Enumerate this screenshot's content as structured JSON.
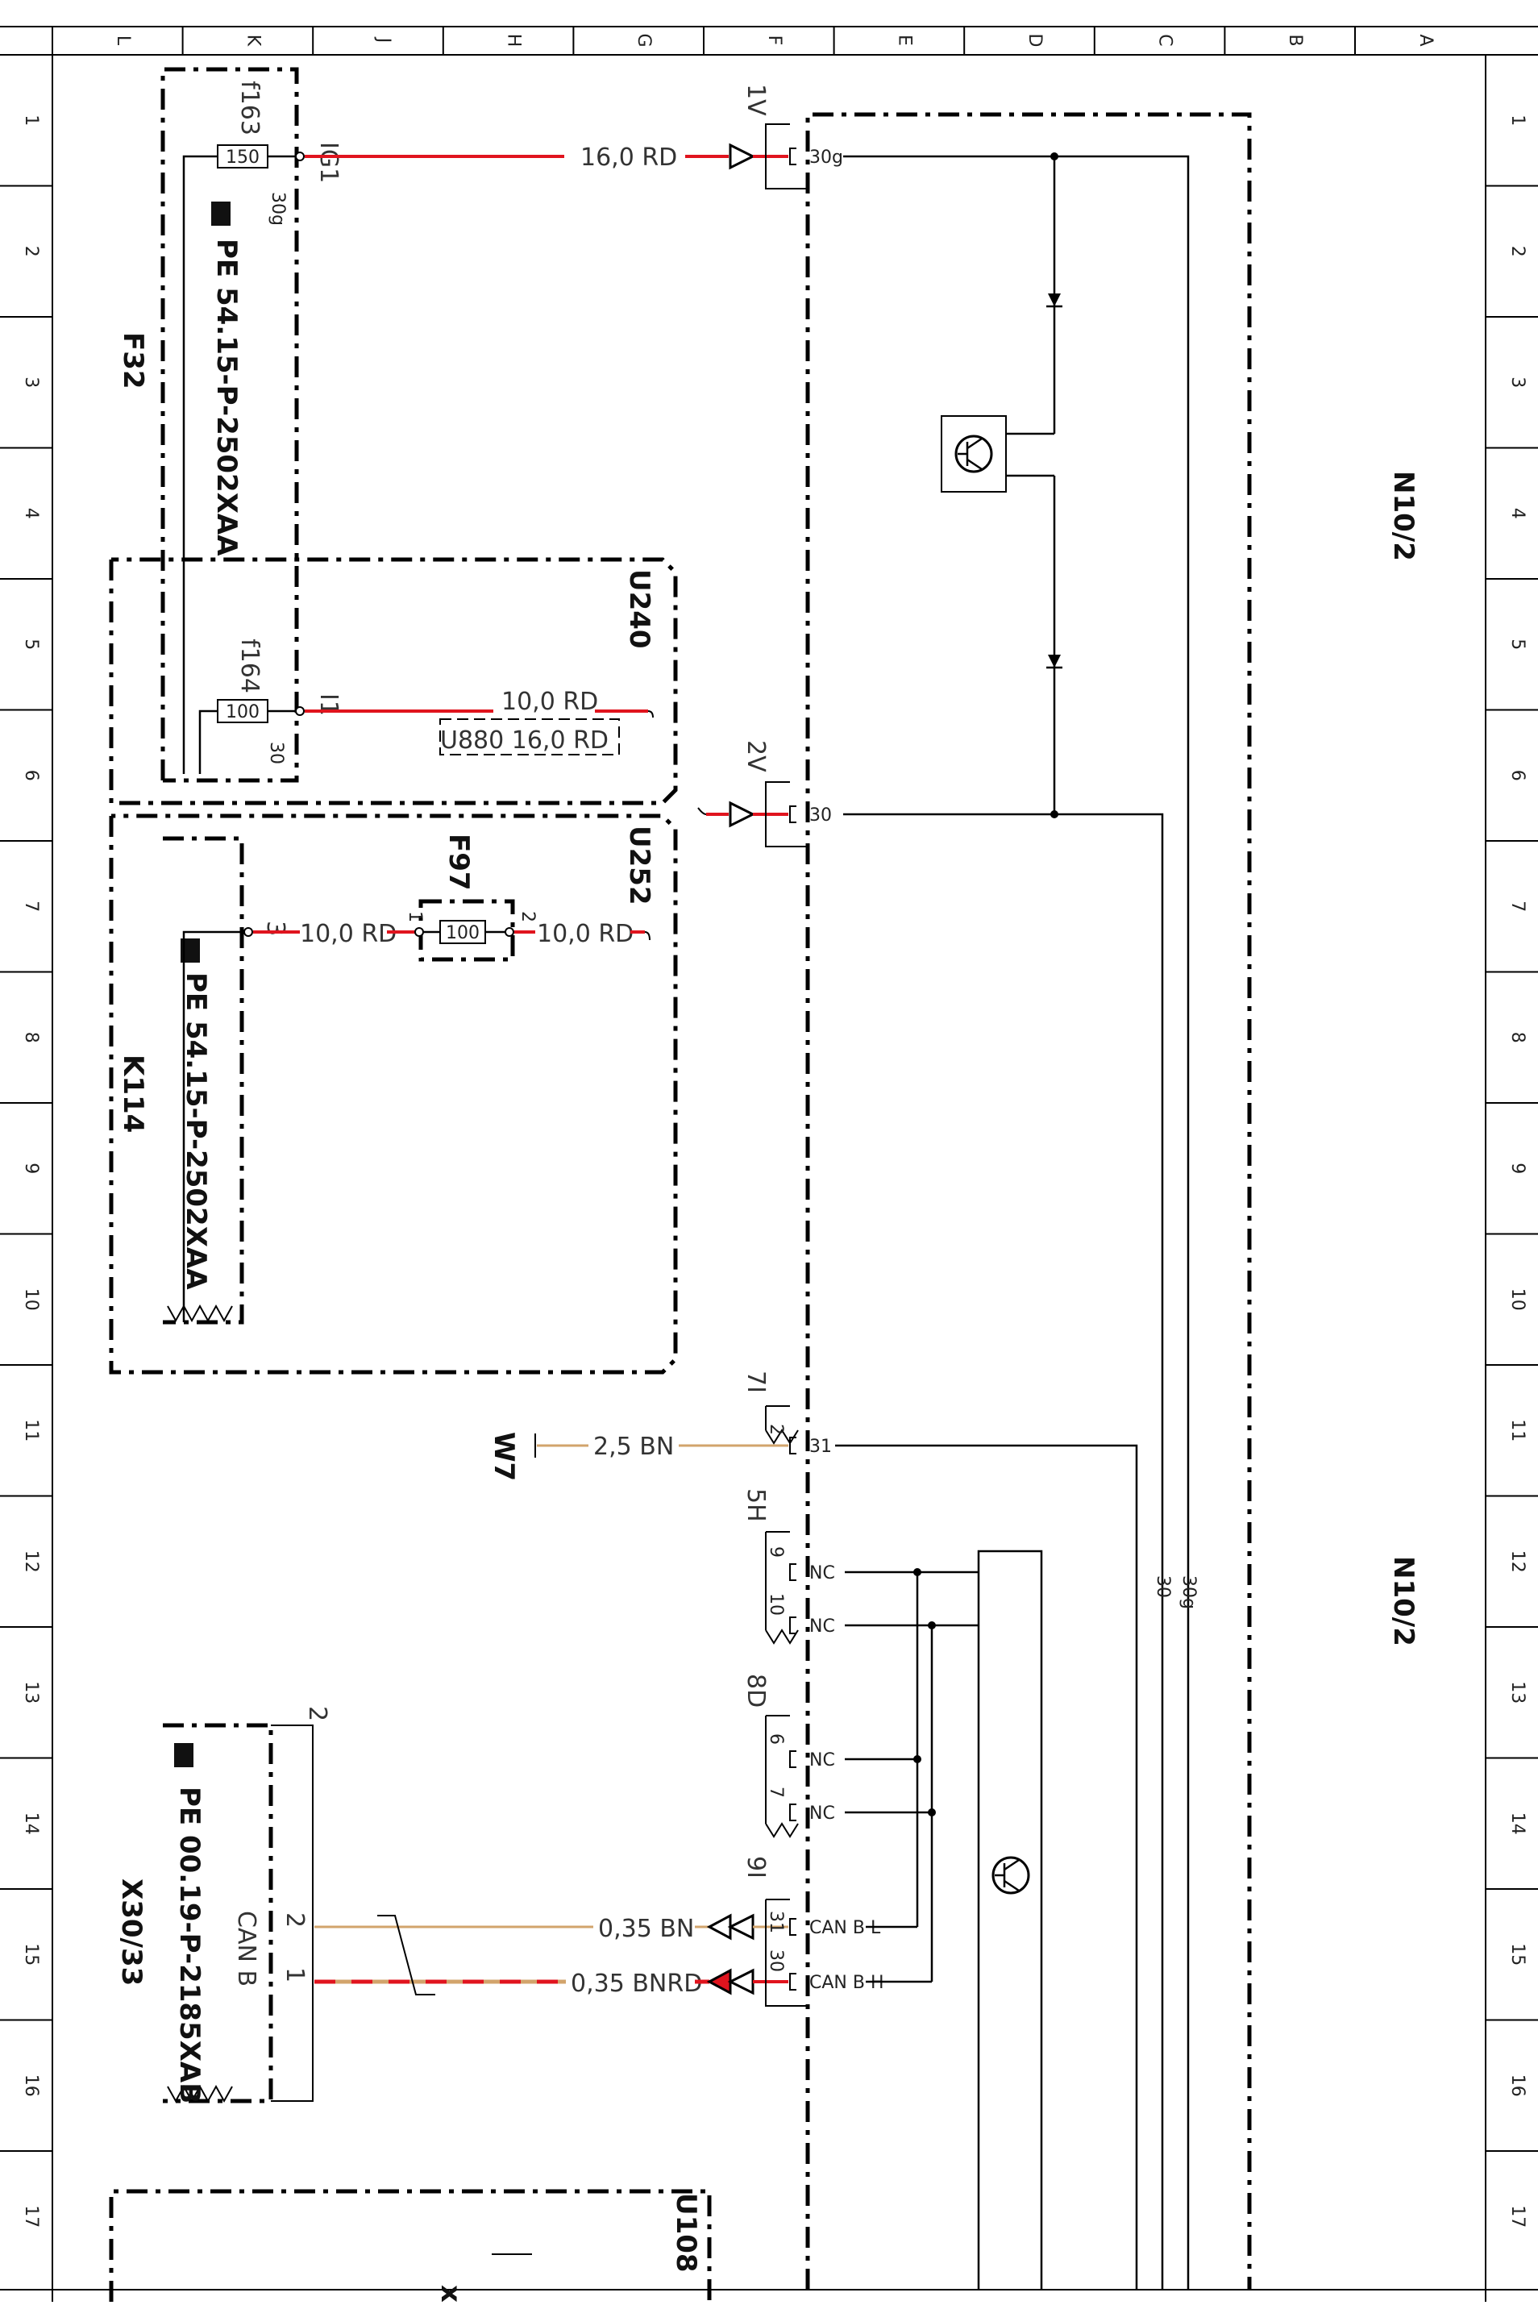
{
  "columns": [
    "L",
    "K",
    "J",
    "H",
    "G",
    "F",
    "E",
    "D",
    "C",
    "B",
    "A"
  ],
  "rows": [
    "1",
    "2",
    "3",
    "4",
    "5",
    "6",
    "7",
    "8",
    "9",
    "10",
    "11",
    "12",
    "13",
    "14",
    "15",
    "16",
    "17"
  ],
  "modules": {
    "n10_2_top": "N10/2",
    "n10_2_bottom": "N10/2",
    "f32": "F32",
    "u240": "U240",
    "u252": "U252",
    "f97": "F97",
    "k114": "K114",
    "x30_33": "X30/33",
    "u108": "U108",
    "u880_note": "U880  16,0 RD",
    "w7": "W7"
  },
  "fuses": {
    "f163": {
      "name": "f163",
      "rating": "150",
      "terminal": "30g",
      "pin": "IG1"
    },
    "f164": {
      "name": "f164",
      "rating": "100",
      "terminal": "30",
      "pin": "I1"
    },
    "f97": {
      "rating": "100",
      "pin_in": "1",
      "pin_out": "2"
    }
  },
  "references": {
    "pe_f32": "PE 54.15-P-2502XAA",
    "pe_k114": "PE 54.15-P-2502XAA",
    "pe_x30": "PE 00.19-P-2185XAB"
  },
  "wires": {
    "w1": "16,0 RD",
    "w2": "10,0 RD",
    "w3a": "10,0 RD",
    "w3b": "10,0 RD",
    "w4": "2,5 BN",
    "w5": "0,35 BN",
    "w6": "0,35 BNRD"
  },
  "connectors": {
    "c1v": "1V",
    "c2v": "2V",
    "c7i": "7I",
    "c5h": "5H",
    "c8d": "8D",
    "c9i": "9I"
  },
  "pins": {
    "p30g": "30g",
    "p30": "30",
    "p31": "31",
    "p2": "2",
    "p9": "9",
    "p10": "10",
    "p6": "6",
    "p7": "7",
    "p31b": "31",
    "p30b": "30",
    "k114_pin3": "3",
    "x30_pin2": "2",
    "x30_pin2b": "2",
    "x30_pin1": "1"
  },
  "signals": {
    "nc1": "NC",
    "nc2": "NC",
    "nc3": "NC",
    "nc4": "NC",
    "canbl": "CAN B L",
    "canbh": "CAN B H",
    "canb": "CAN B",
    "rail30": "30",
    "rail30g": "30g"
  },
  "misc": {
    "x_mark": "x"
  },
  "colors": {
    "red_wire": "#e0141e",
    "brown_wire": "#d2a46c"
  }
}
